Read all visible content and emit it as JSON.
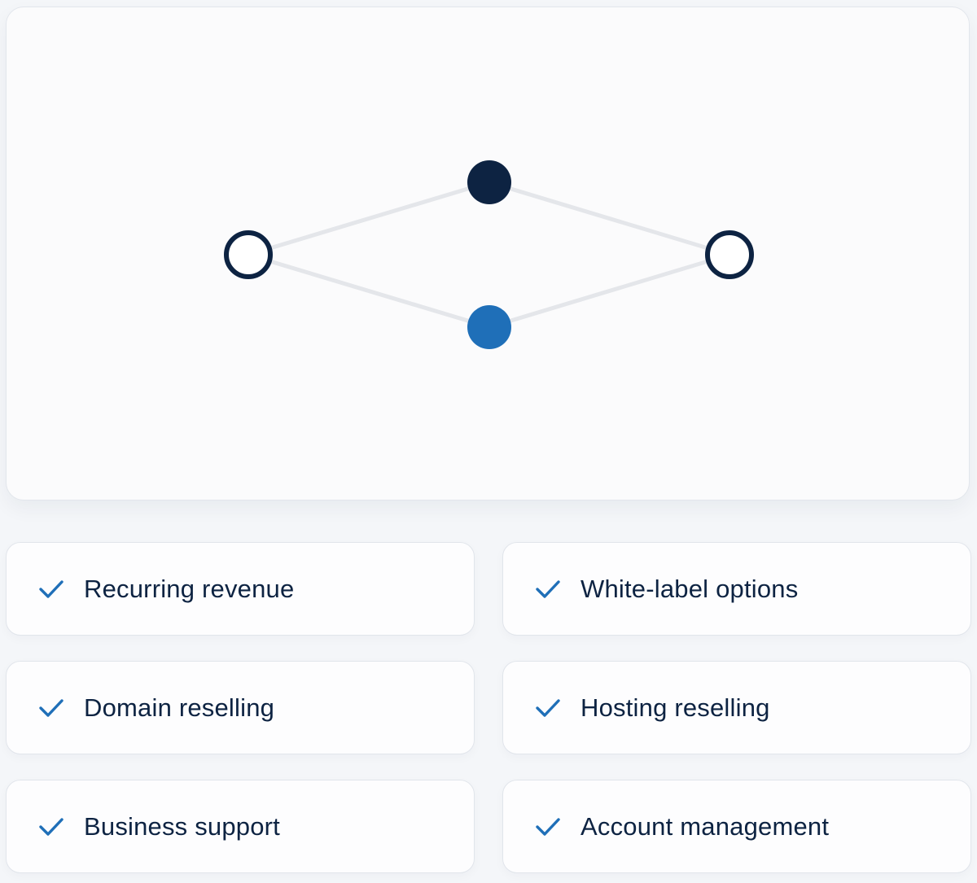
{
  "diagram": {
    "nodes": [
      {
        "id": "left",
        "style": "hollow",
        "color": "#0d2342"
      },
      {
        "id": "top",
        "style": "filled",
        "color": "#0d2342"
      },
      {
        "id": "bottom",
        "style": "filled",
        "color": "#1f6fb8"
      },
      {
        "id": "right",
        "style": "hollow",
        "color": "#0d2342"
      }
    ],
    "edges": [
      [
        "left",
        "top"
      ],
      [
        "top",
        "right"
      ],
      [
        "left",
        "bottom"
      ],
      [
        "bottom",
        "right"
      ]
    ],
    "edge_color": "#e4e6ea"
  },
  "features": [
    {
      "label": "Recurring revenue",
      "icon": "check-icon"
    },
    {
      "label": "White-label options",
      "icon": "check-icon"
    },
    {
      "label": "Domain reselling",
      "icon": "check-icon"
    },
    {
      "label": "Hosting reselling",
      "icon": "check-icon"
    },
    {
      "label": "Business support",
      "icon": "check-icon"
    },
    {
      "label": "Account management",
      "icon": "check-icon"
    }
  ],
  "colors": {
    "accent": "#1f6fb8",
    "text": "#0d2342",
    "card_background": "#fbfbfc",
    "page_background": "#f4f6f9"
  }
}
